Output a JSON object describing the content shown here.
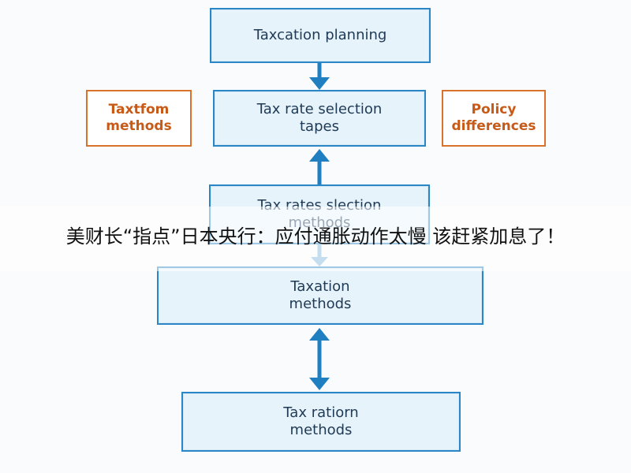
{
  "diagram": {
    "box_top": "Taxcation planning",
    "box_rate_selection": "Tax rate selection\ntapes",
    "box_left": "Taxtfom\nmethods",
    "box_right": "Policy\ndifferences",
    "box_selection_methods": "Tax rates slection\nmethods",
    "box_taxation_methods": "Taxation\nmethods",
    "box_ration_methods": "Tax ratiorn\nmethods"
  },
  "caption": {
    "text": "美财长“指点”日本央行：应付通胀动作太慢 该赶紧加息了！"
  },
  "colors": {
    "box_border": "#2a86c4",
    "box_fill": "#e6f3fb",
    "arrow": "#1f7fc0",
    "side_border": "#d9722a",
    "side_text": "#c85a18"
  },
  "icons": [
    "arrow-down-icon",
    "arrow-up-icon",
    "arrow-double-vertical-icon"
  ]
}
